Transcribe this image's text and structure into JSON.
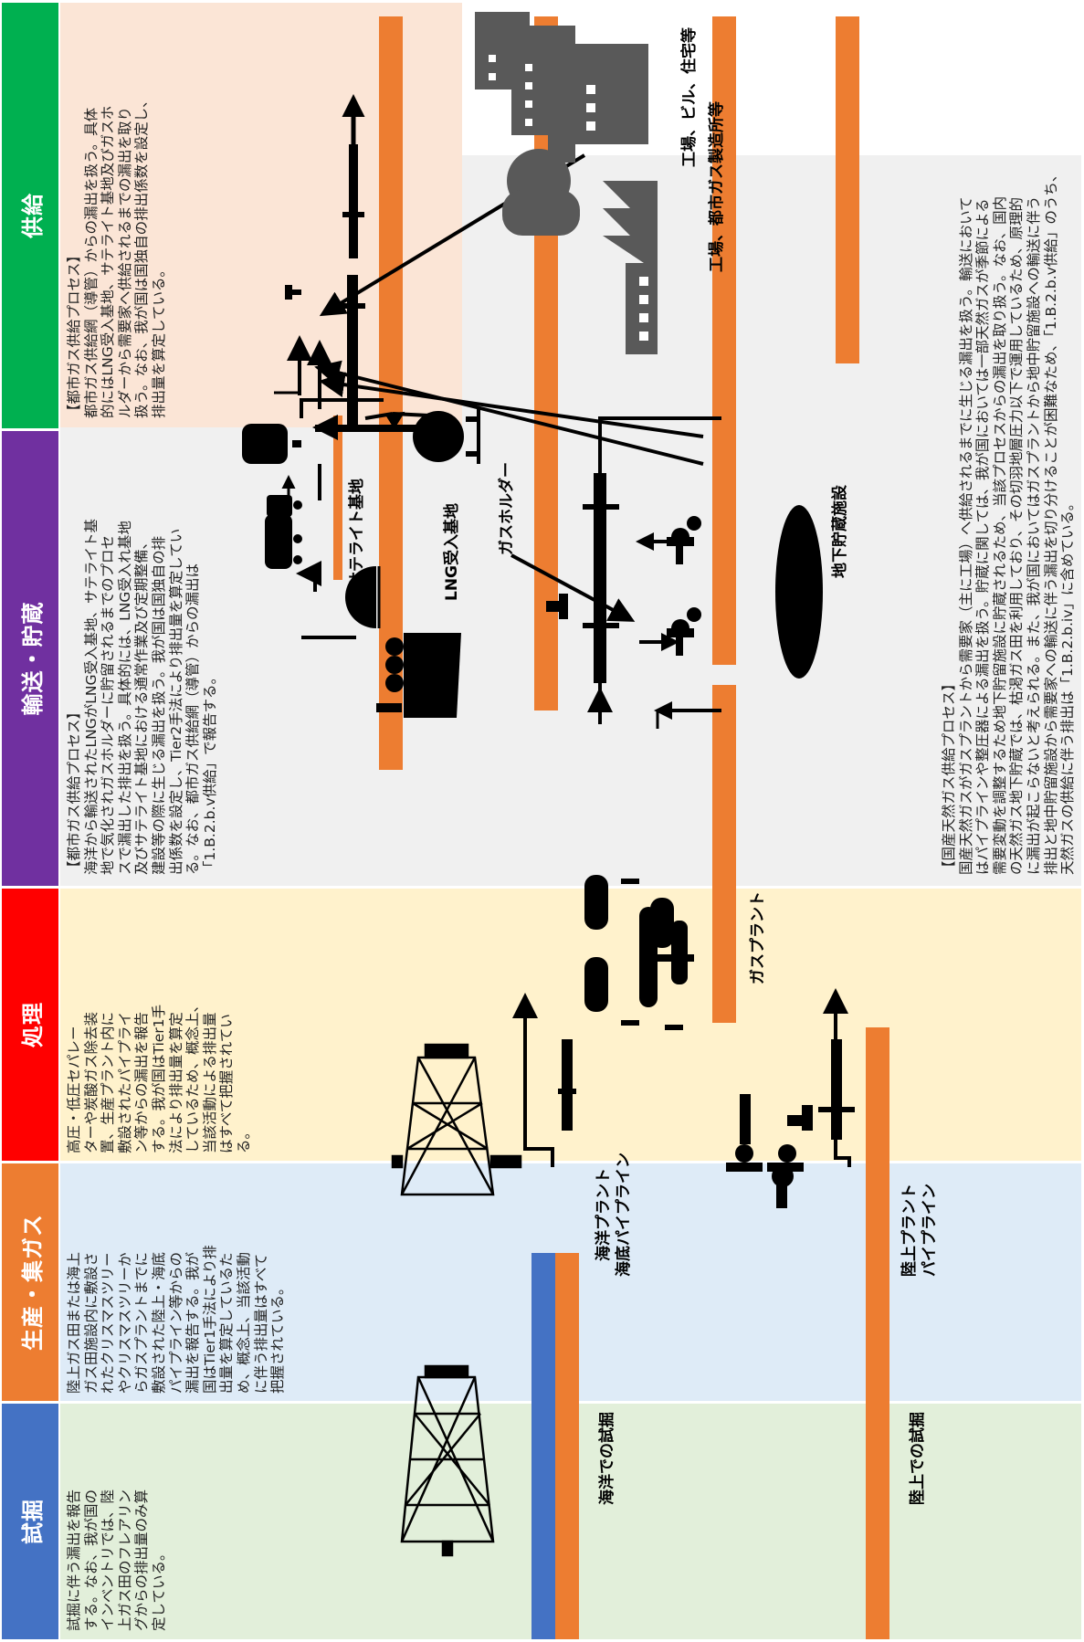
{
  "stages": [
    {
      "label": "試掘",
      "color": "#4472c4"
    },
    {
      "label": "生産・集ガス",
      "color": "#ed7d31"
    },
    {
      "label": "処理",
      "color": "#ff0000"
    },
    {
      "label": "輸送・貯蔵",
      "color": "#7030a0"
    },
    {
      "label": "供給",
      "color": "#00b050"
    }
  ],
  "zone_colors": {
    "exploration": "#e2efda",
    "production": "#deebf7",
    "processing": "#fff2cc",
    "transport": "#f0f0f0",
    "supply": "#fbe5d6",
    "pipe": "#ed7d31",
    "sea": "#4472c4"
  },
  "descriptions": {
    "exploration": "試掘に伴う漏出を報告\nする。なお、我が国の\nインベントリでは、陸\n上ガス田のフレアリン\nグからの排出量のみ算\n定している。",
    "production": "陸上ガス田または海上\nガス田施設内に敷設さ\nれたクリスマスツリー\nやクリスマスツリーか\nらガスプラントまでに\n敷設された陸上・海底\nパイプライン等からの\n漏出を報告する。我が\n国はTier1手法により排\n出量を算定しているた\nめ、概念上、当該活動\nに伴う排出量はすべて\n把握されている。",
    "processing": "高圧・低圧セパレー\nターや炭酸ガス除去装\n置、生産プラント内に\n敷設されたパイプライ\nン等からの漏出を報告\nする。我が国はTier1手\n法により排出量を算定\nしているため、概念上、\n当該活動による排出量\nはすべて把握されてい\nる。",
    "lng": "【都市ガス供給プロセス】\n海洋から輸送されたLNGがLNG受入基地、サテライト基\n地で気化されガスホルダーに貯留されるまでのプロセ\nスで漏出した排出を扱う。具体的には、LNG受入れ基地\n及びサテライト基地における通常作業及び定期整備、\n建設等の際に生じる漏出を扱う。我が国は国独自の排\n出係数を設定し、Tier2手法により排出量を算定してい\nる。なお、都市ガス供給網（導管）からの漏出は\n「1.B.2.b.v供給」で報告する。",
    "supply": "【都市ガス供給プロセス】\n都市ガス供給網（導管）からの漏出を扱う。具体\n的にはLNG受入基地、サテライト基地及びガスホ\nルダーから需要家へ供給されるまでの漏出を取り\n扱う。なお、我が国は国独自の排出係数を設定し、\n排出量を算定している。",
    "domestic": "【国産天然ガス供給プロセス】\n国産天然ガスがガスプラントから需要家（主に工場）へ供給されるまでに生じる漏出を扱う。輸送において\nはパイプラインや整圧器による漏出を扱う。貯蔵に関しては、我が国においては一部天然ガスが季節による\n需要変動を調整するため地下貯留施設に貯蔵されるため、当該プロセスからの漏出を取り扱う。なお、国内\nの天然ガス地下貯蔵では、枯渇ガス田を利用しており、その切羽地層圧力以下で運用しているため、原理的\nに漏出が起こらないと考えられる。また、我が国においてはガスプラントから地中貯留施設への輸送に伴う\n排出と地中貯留施設から需要家への輸送に伴う漏出を切り分けることが困難なため、「1.B.2.b.v供給」のうち、\n天然ガスの供給に伴う排出は「1.B.2.b.iv」に含めている。"
  },
  "labels": {
    "offshore_exploration": "海洋での試掘",
    "onshore_exploration": "陸上での試掘",
    "offshore_plant_line1": "海洋プラント",
    "offshore_plant_line2": "海底パイプライン",
    "onshore_plant_line1": "陸上プラント",
    "onshore_plant_line2": "パイプライン",
    "gas_plant": "ガスプラント",
    "lng_terminal": "LNG受入基地",
    "satellite": "サテライト基地",
    "gas_holder": "ガスホルダー",
    "underground_storage": "地下貯蔵施設",
    "factory_city_gas": "工場、都市ガス製造所等",
    "factory_building_home": "工場、ビル、住宅等"
  },
  "icons": [
    "drilling-rig-icon",
    "christmas-tree-icon",
    "gas-plant-icon",
    "lng-ship-icon",
    "lng-tank-icon",
    "lorry-icon",
    "gas-holder-icon",
    "pressure-regulator-icon",
    "underground-storage-icon",
    "factory-icon",
    "building-icon"
  ]
}
